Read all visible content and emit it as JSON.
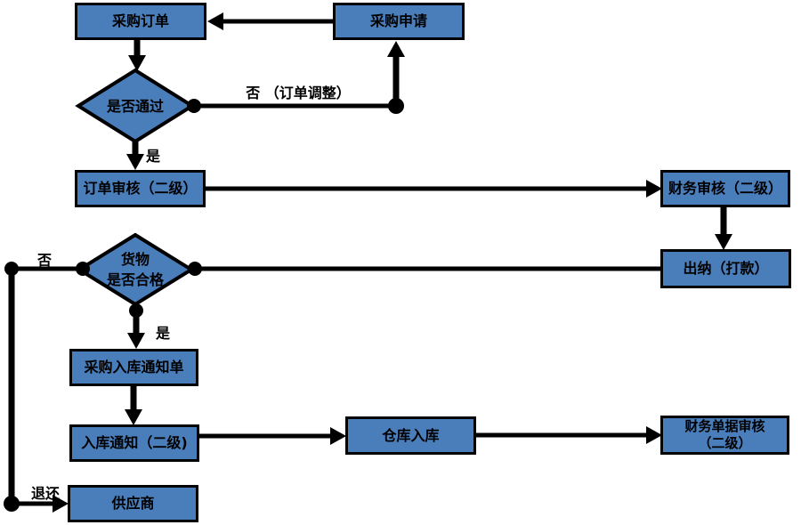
{
  "flowchart": {
    "title": "procurement-process-flowchart",
    "colors": {
      "node_fill": "#4a7ebb",
      "node_border": "#000000",
      "connector": "#000000",
      "bg": "#ffffff"
    },
    "nodes": {
      "purchase_order": "采购订单",
      "purchase_request": "采购申请",
      "order_review": "订单审核（二级）",
      "finance_review": "财务审核（二级）",
      "cashier": "出纳（打款）",
      "inbound_notice_doc": "采购入库通知单",
      "inbound_notice": "入库通知（二级)",
      "warehouse_in": "仓库入库",
      "finance_doc_review": {
        "line1": "财务单据审核",
        "line2": "（二级）"
      },
      "supplier": "供应商"
    },
    "decisions": {
      "pass": "是否通过",
      "goods": {
        "line1": "货物",
        "line2": "是否合格"
      }
    },
    "edge_labels": {
      "no_order_adjust": "否 （订单调整）",
      "yes_pass": "是",
      "no_goods": "否",
      "yes_goods": "是",
      "return_goods": "退还"
    }
  }
}
